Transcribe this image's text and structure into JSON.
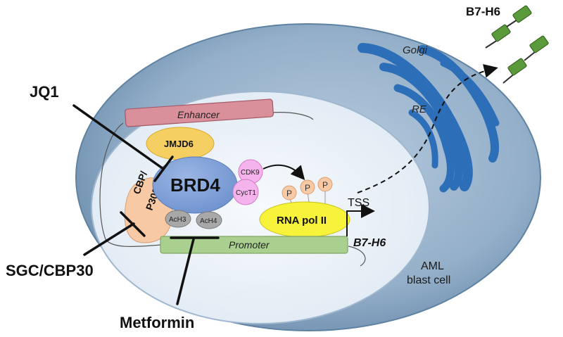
{
  "labels": {
    "enhancer": "Enhancer",
    "jmjd6": "JMJD6",
    "brd4": "BRD4",
    "cdk9": "CDK9",
    "cyct1": "CycT1",
    "cbp_line1": "CBP/",
    "cbp_line2": "P300",
    "ach3": "AcH3",
    "ach4": "AcH4",
    "promoter": "Promoter",
    "gene": "B7-H6",
    "rna_pol": "RNA pol II",
    "tss": "TSS",
    "phospho": [
      "P",
      "P",
      "P"
    ],
    "golgi": "Golgi",
    "re": "RE",
    "cell_line1": "AML",
    "cell_line2": "blast cell",
    "surface_protein": "B7-H6"
  },
  "drugs": {
    "jq1": "JQ1",
    "sgc": "SGC/CBP30",
    "metformin": "Metformin"
  },
  "colors": {
    "cytoplasm": "#8fa9c4",
    "nucleus": "#eaf1f8",
    "enhancer": "#d9909a",
    "jmjd6": "#f6cf63",
    "brd4": "#7d9ed6",
    "cdk9": "#f5b3ec",
    "cbp": "#f7c9a4",
    "histone": "#a8a8a8",
    "promoter": "#a9d08e",
    "rna_pol": "#f7f23a",
    "golgi": "#2d6eb8",
    "b7h6": "#5a9a3a"
  }
}
